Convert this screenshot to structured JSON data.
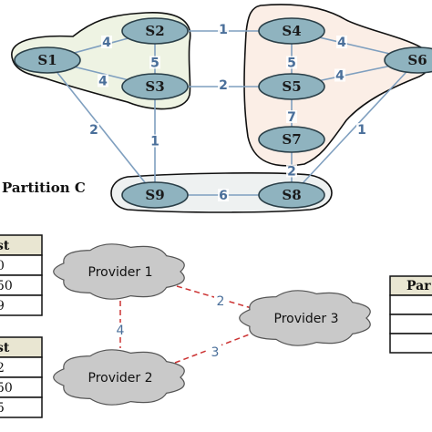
{
  "network": {
    "nodes": [
      {
        "id": "S1",
        "label": "S1"
      },
      {
        "id": "S2",
        "label": "S2"
      },
      {
        "id": "S3",
        "label": "S3"
      },
      {
        "id": "S4",
        "label": "S4"
      },
      {
        "id": "S5",
        "label": "S5"
      },
      {
        "id": "S6",
        "label": "S6"
      },
      {
        "id": "S7",
        "label": "S7"
      },
      {
        "id": "S8",
        "label": "S8"
      },
      {
        "id": "S9",
        "label": "S9"
      }
    ],
    "edges": [
      {
        "from": "S1",
        "to": "S2",
        "weight": "4"
      },
      {
        "from": "S1",
        "to": "S3",
        "weight": "4"
      },
      {
        "from": "S2",
        "to": "S3",
        "weight": "5"
      },
      {
        "from": "S2",
        "to": "S4",
        "weight": "1"
      },
      {
        "from": "S3",
        "to": "S5",
        "weight": "2"
      },
      {
        "from": "S4",
        "to": "S5",
        "weight": "5"
      },
      {
        "from": "S4",
        "to": "S6",
        "weight": "4"
      },
      {
        "from": "S5",
        "to": "S6",
        "weight": "4"
      },
      {
        "from": "S5",
        "to": "S7",
        "weight": "7"
      },
      {
        "from": "S7",
        "to": "S8",
        "weight": "2"
      },
      {
        "from": "S6",
        "to": "S8",
        "weight": "1"
      },
      {
        "from": "S1",
        "to": "S9",
        "weight": "2"
      },
      {
        "from": "S3",
        "to": "S9",
        "weight": "1"
      },
      {
        "from": "S9",
        "to": "S8",
        "weight": "6"
      }
    ],
    "partition_c_label": "Partition C"
  },
  "providers": {
    "p1": {
      "label": "Provider 1"
    },
    "p2": {
      "label": "Provider 2"
    },
    "p3": {
      "label": "Provider 3"
    },
    "links": [
      {
        "from": "p1",
        "to": "p3",
        "weight": "2"
      },
      {
        "from": "p1",
        "to": "p2",
        "weight": "4"
      },
      {
        "from": "p2",
        "to": "p3",
        "weight": "3"
      }
    ]
  },
  "tables": {
    "top_left": {
      "header": "st",
      "rows": [
        "0",
        "50",
        "9"
      ]
    },
    "bottom_left": {
      "header": "st",
      "rows": [
        "2",
        "50",
        "5"
      ]
    },
    "right": {
      "header": "Par",
      "rows": [
        "",
        "",
        ""
      ]
    }
  },
  "colors": {
    "node_fill": "#8fb3bf",
    "node_stroke": "#2a3f48",
    "edge": "#7f9fbf",
    "partition_a_fill": "#eef3e3",
    "partition_b_fill": "#fbeee6",
    "partition_c_fill": "#eef1f1",
    "cloud_fill": "#c9c9c9",
    "provider_link": "#cc3333",
    "table_header_fill": "#e9e6d2"
  }
}
